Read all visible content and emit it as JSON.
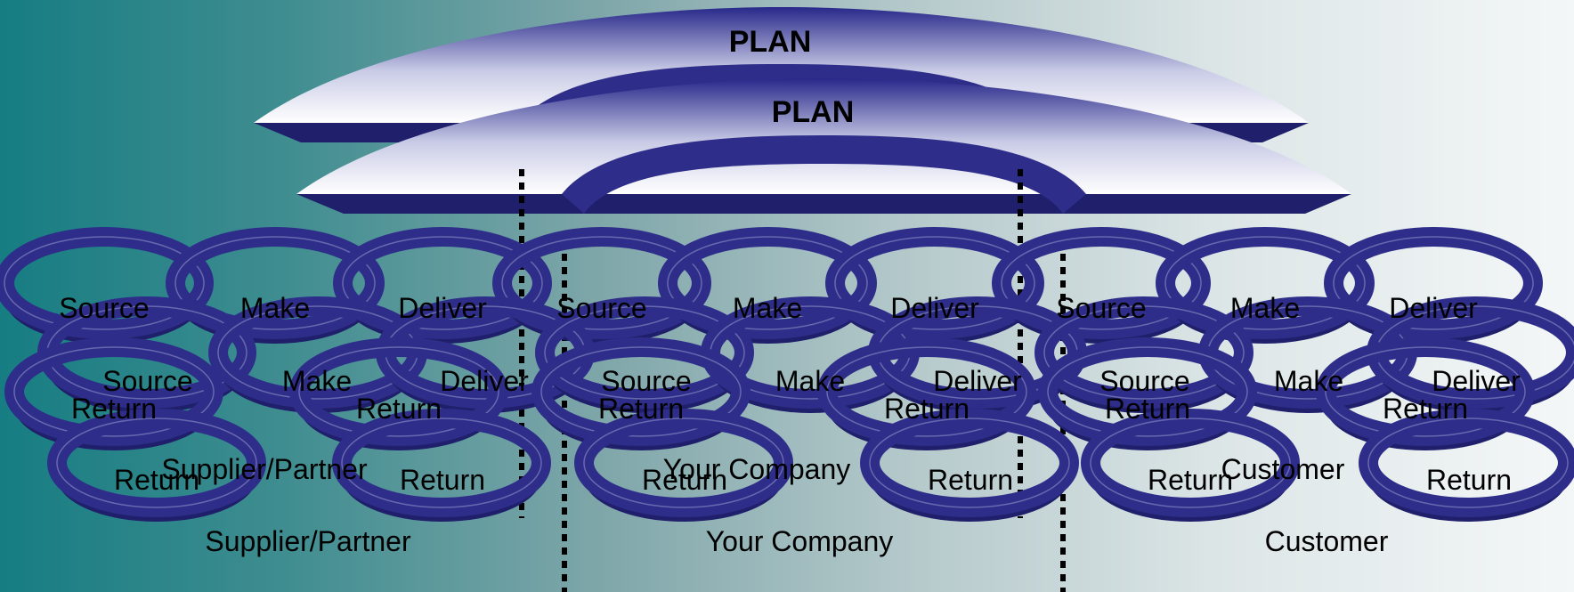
{
  "plan_back": "PLAN",
  "plan_front": "PLAN",
  "back_row_labels": [
    "Source",
    "Make",
    "Deliver",
    "Source",
    "Make",
    "Deliver",
    "Source",
    "Make",
    "Deliver"
  ],
  "mid_row_labels": [
    "Source",
    "Make",
    "Deliver",
    "Source",
    "Make",
    "Deliver",
    "Source",
    "Make",
    "Deliver"
  ],
  "return_labels": [
    "Return",
    "Return",
    "Return",
    "Return",
    "Return",
    "Return"
  ],
  "return_labels_front": [
    "Return",
    "Return",
    "Return",
    "Return",
    "Return",
    "Return"
  ],
  "section_labels_back": [
    "Supplier/Partner",
    "Your Company",
    "Customer"
  ],
  "section_labels_front": [
    "Supplier/Partner",
    "Your Company",
    "Customer"
  ],
  "colors": {
    "ring": "#2e2e8a",
    "ring_dark": "#1f1f6b",
    "background_left": "#167d82",
    "background_right": "#f4f7f7"
  }
}
